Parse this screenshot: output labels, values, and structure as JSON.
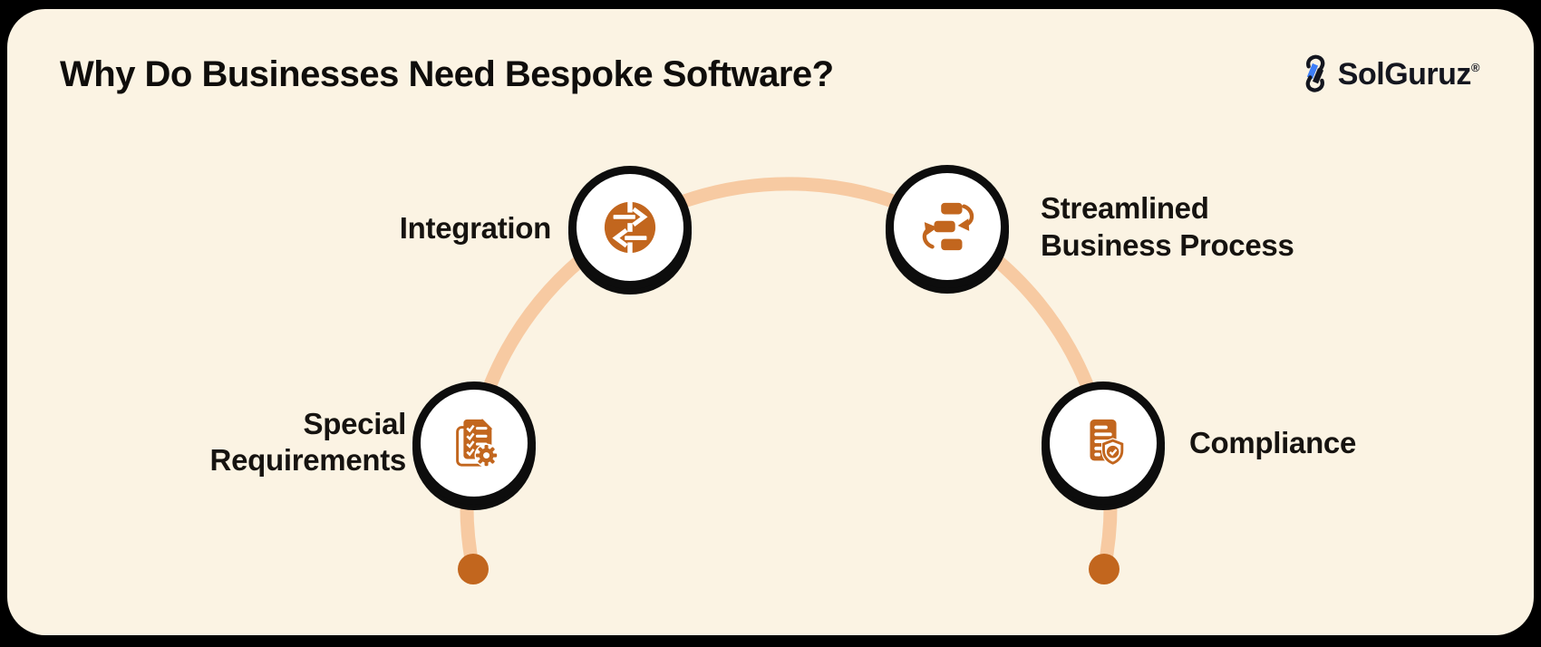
{
  "header": {
    "title": "Why Do Businesses Need Bespoke Software?"
  },
  "logo": {
    "text": "SolGuruz",
    "registered_mark": "®",
    "icon": "solguruz-bolt-icon",
    "blue": "#3D7EF7",
    "black": "#14161F"
  },
  "diagram": {
    "shape": "arch-connector-with-endpoint-dots",
    "connector_color": "#F7CAA2",
    "endpoint_dot_color": "#C2661E",
    "nodes": [
      {
        "id": "integration",
        "icon": "integration-sync-arrows-icon",
        "label_lines": [
          "Integration"
        ],
        "position": "top-left",
        "label_side": "left"
      },
      {
        "id": "streamlined-business-process",
        "icon": "workflow-steps-icon",
        "label_lines": [
          "Streamlined",
          "Business Process"
        ],
        "position": "top-right",
        "label_side": "right"
      },
      {
        "id": "special-requirements",
        "icon": "checklist-gear-icon",
        "label_lines": [
          "Special",
          "Requirements"
        ],
        "position": "bottom-left",
        "label_side": "left"
      },
      {
        "id": "compliance",
        "icon": "document-shield-check-icon",
        "label_lines": [
          "Compliance"
        ],
        "position": "bottom-right",
        "label_side": "right"
      }
    ]
  },
  "colors": {
    "background_frame": "#000000",
    "panel_background": "#FBF3E3",
    "accent_orange": "#C2661E",
    "arc_peach": "#F7CAA2",
    "title_text": "#0F0D0B"
  }
}
